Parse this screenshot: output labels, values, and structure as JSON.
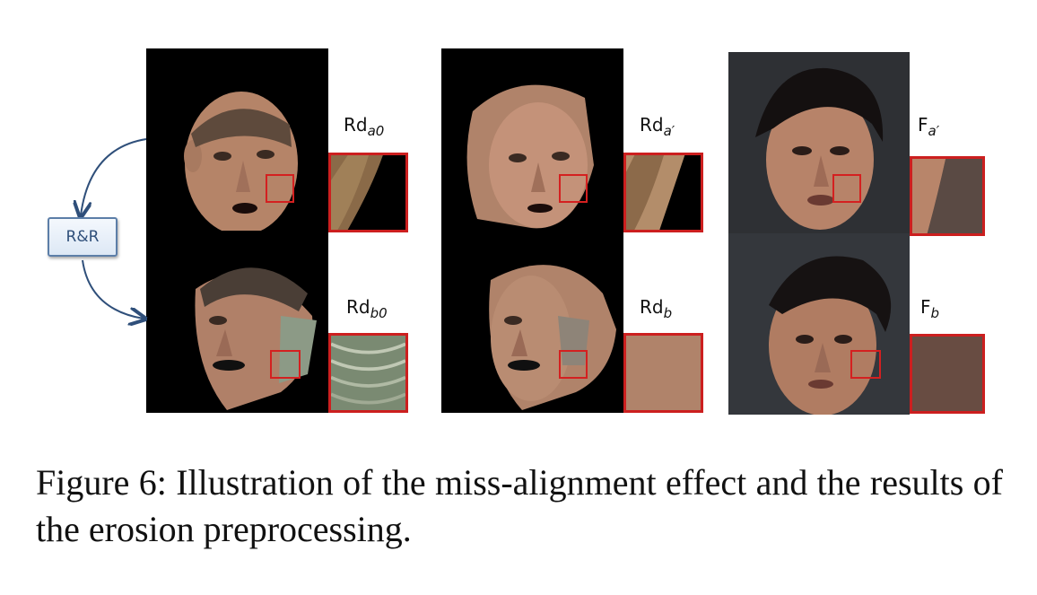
{
  "figure": {
    "labels": {
      "rd_a0": {
        "base": "Rd",
        "sub": "a0"
      },
      "rd_a_prime": {
        "base": "Rd",
        "sub": "a′"
      },
      "f_a_prime": {
        "base": "F",
        "sub": "a′"
      },
      "rd_b0": {
        "base": "Rd",
        "sub": "b0"
      },
      "rd_b": {
        "base": "Rd",
        "sub": "b"
      },
      "f_b": {
        "base": "F",
        "sub": "b"
      }
    },
    "rr_box_label": "R&R",
    "caption": "Figure 6: Illustration of the miss-alignment effect and the results of the erosion preprocessing."
  },
  "colors": {
    "crop_border": "#cc1f1f",
    "rr_border": "#5c7ea8",
    "arrow": "#2f4f7a",
    "skin": "#b98a6e",
    "eroded_fill": "#b0836a"
  }
}
